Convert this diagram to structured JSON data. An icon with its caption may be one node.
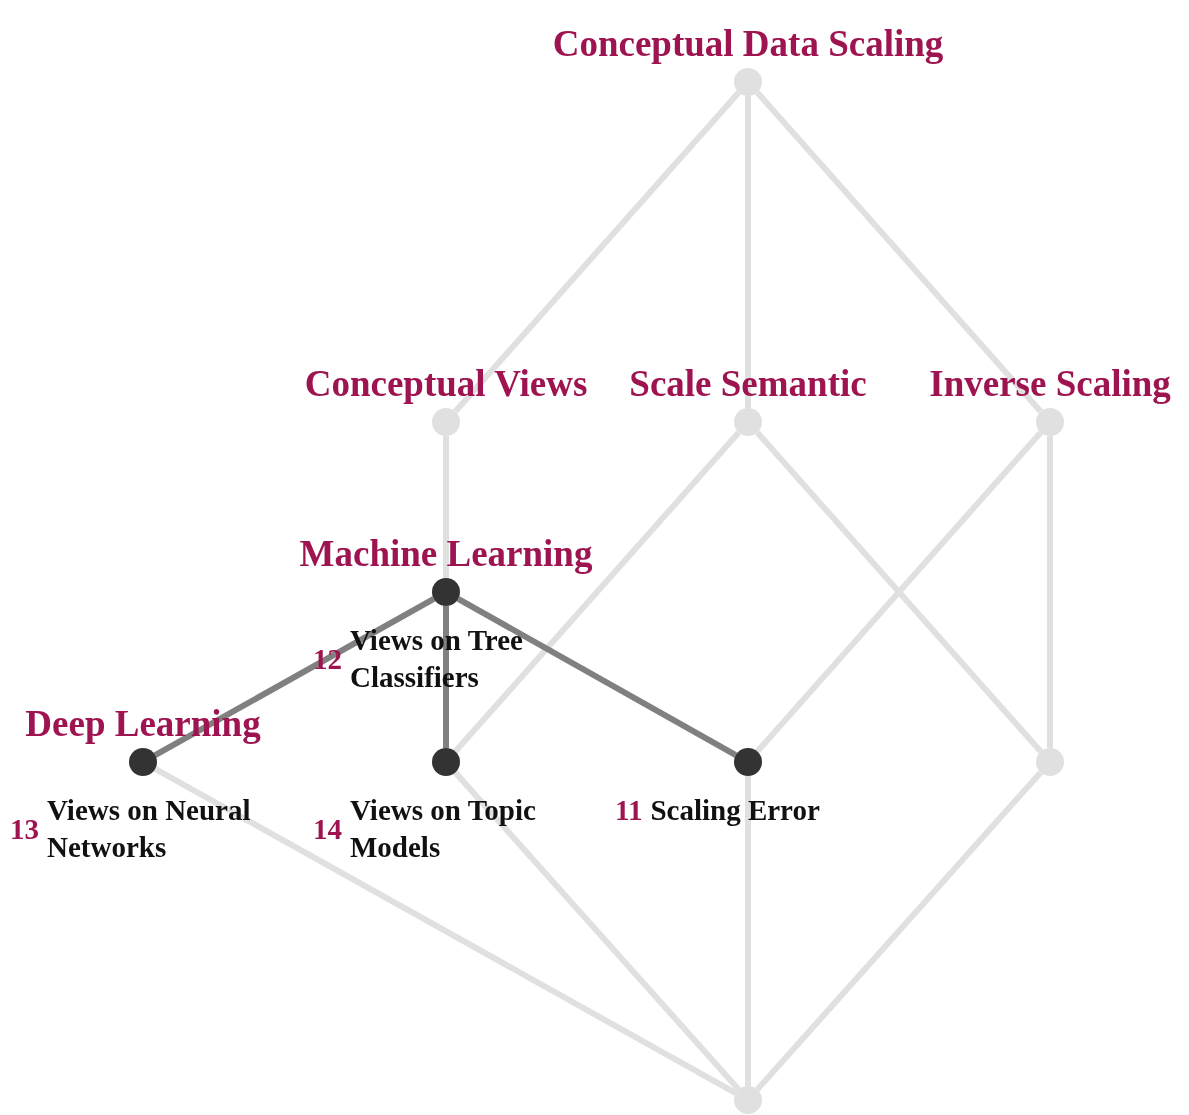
{
  "diagram": {
    "nodes": [
      {
        "text": [
          "Conceptual Data Scaling"
        ]
      },
      {
        "text": [
          "Conceptual Views"
        ]
      },
      {
        "text": [
          "Scale Semantic"
        ]
      },
      {
        "text": [
          "Inverse Scaling"
        ]
      },
      {
        "text": [
          "Machine Learning"
        ],
        "beside": [
          "12",
          "Views on Tree Classifiers"
        ]
      },
      {
        "text": [
          "Deep Learning"
        ],
        "beside": [
          "13",
          "Views on Neural Networks"
        ]
      },
      {
        "text": [],
        "shape": "circle",
        "beside": [
          "14",
          "Views on Topic Models"
        ]
      },
      {
        "text": [],
        "shape": "circle",
        "beside": [
          "11",
          "Scaling Error"
        ]
      },
      {
        "text": [],
        "shape": "circle"
      },
      {
        "text": [],
        "shape": "circle"
      }
    ],
    "edges": [
      {
        "from": 0,
        "to": 1,
        "arrow": "none"
      },
      {
        "from": 0,
        "to": 2,
        "arrow": "none"
      },
      {
        "from": 0,
        "to": 3,
        "arrow": "none"
      },
      {
        "from": 1,
        "to": 4,
        "arrow": "none"
      },
      {
        "from": 2,
        "to": 6,
        "arrow": "none"
      },
      {
        "from": 2,
        "to": 8,
        "arrow": "none"
      },
      {
        "from": 3,
        "to": 7,
        "arrow": "none"
      },
      {
        "from": 3,
        "to": 8,
        "arrow": "none"
      },
      {
        "from": 4,
        "to": 5,
        "arrow": "none",
        "color": "#808080"
      },
      {
        "from": 4,
        "to": 6,
        "arrow": "none",
        "color": "#808080"
      },
      {
        "from": 4,
        "to": 7,
        "arrow": "none",
        "color": "#808080"
      },
      {
        "from": 5,
        "to": 9,
        "arrow": "none"
      },
      {
        "from": 6,
        "to": 9,
        "arrow": "none"
      },
      {
        "from": 7,
        "to": 9,
        "arrow": "none"
      },
      {
        "from": 8,
        "to": 9,
        "arrow": "none"
      }
    ]
  }
}
